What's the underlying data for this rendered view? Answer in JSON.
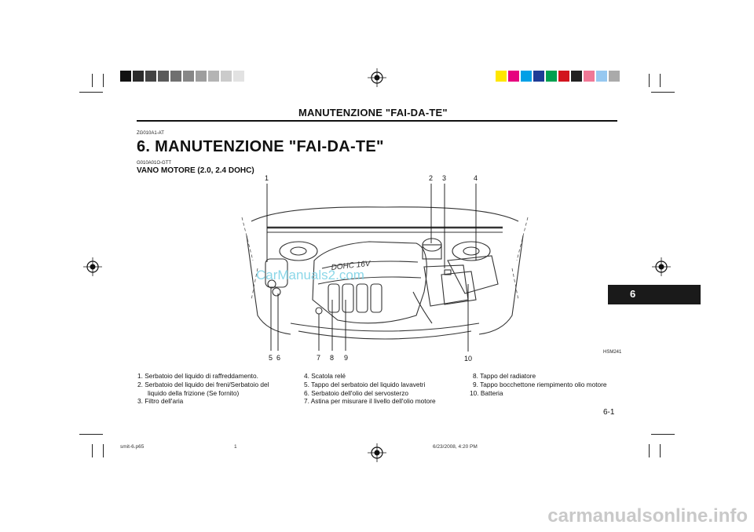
{
  "header": {
    "title": "MANUTENZIONE \"FAI-DA-TE\""
  },
  "codes": {
    "section_code": "ZG010A1-AT",
    "sub_code": "G010A01O-GTT"
  },
  "main_title": "6. MANUTENZIONE \"FAI-DA-TE\"",
  "subheading": "VANO MOTORE (2.0, 2.4 DOHC)",
  "figure": {
    "callouts": [
      "1",
      "2",
      "3",
      "4",
      "5",
      "6",
      "7",
      "8",
      "9",
      "10"
    ],
    "figure_code": "HSM241",
    "engine_label": "DOHC 16V"
  },
  "legend": {
    "col1": [
      "1.  Serbatoio del liquido di raffreddamento.",
      "2.  Serbatoio del liquido dei freni/Serbatoio del",
      "     liquido della frizione (Se fornito)",
      "3.  Filtro dell'aria"
    ],
    "col2": [
      "4.  Scatola relé",
      "5.  Tappo del serbatoio del liquido lavavetri",
      "6.  Serbatoio dell'olio del servosterzo",
      "7.  Astina per misurare il livello dell'olio motore"
    ],
    "col3": [
      "8.  Tappo del radiatore",
      "9.  Tappo bocchettone riempimento olio motore",
      "10. Batteria"
    ]
  },
  "chapter_tab": "6",
  "page_number": "6-1",
  "footer": {
    "file": "smit-6.p65",
    "page": "1",
    "timestamp": "6/23/2008, 4:20 PM"
  },
  "watermarks": {
    "overlay": "CarManuals2.com",
    "site": "carmanualsonline.info"
  },
  "colors": {
    "gray_swatches": [
      "#111111",
      "#2b2b2b",
      "#444444",
      "#5a5a5a",
      "#707070",
      "#878787",
      "#9e9e9e",
      "#b4b4b4",
      "#cbcbcb",
      "#e2e2e2"
    ],
    "color_swatches": [
      "#ffe600",
      "#e6007e",
      "#00a0e6",
      "#1e3c96",
      "#00a050",
      "#d2141e",
      "#222222",
      "#f07896",
      "#96c8f0",
      "#aaaaaa"
    ]
  }
}
